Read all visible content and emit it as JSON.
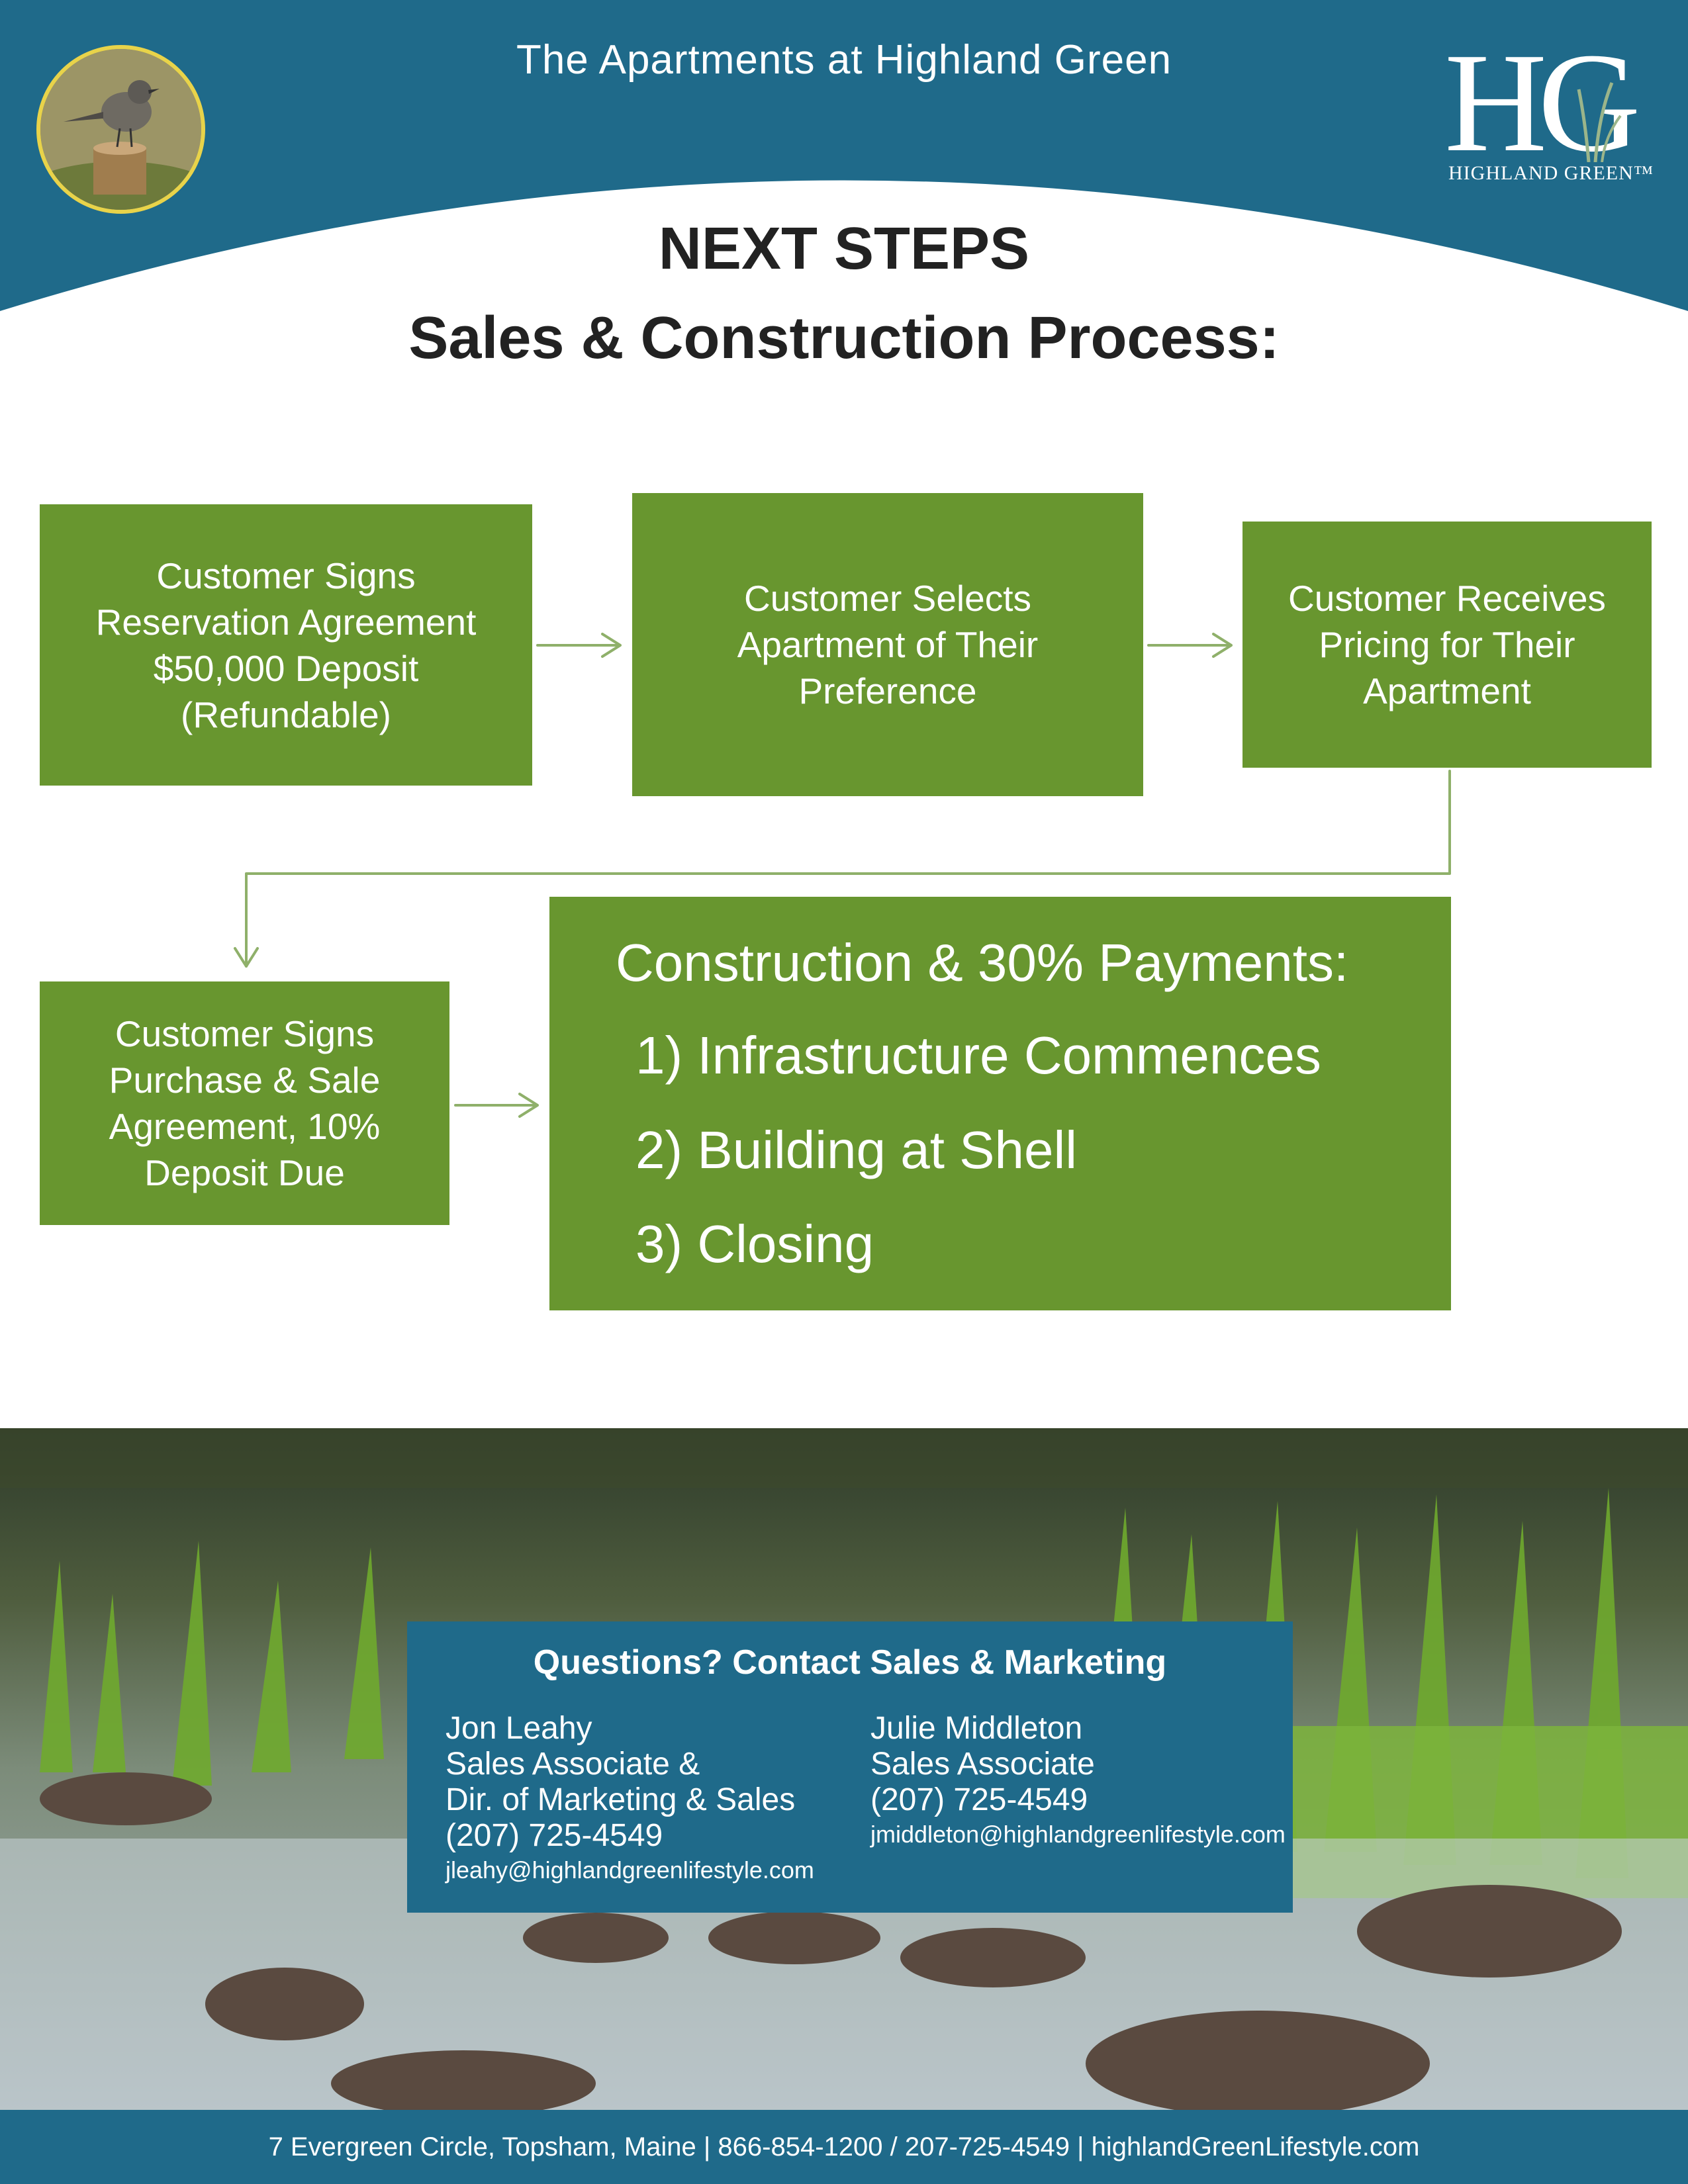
{
  "header": {
    "title": "The Apartments at Highland Green",
    "logo_mark": "HG",
    "logo_text": "HIGHLAND GREEN™"
  },
  "headings": {
    "line1": "NEXT STEPS",
    "line2": "Sales & Construction Process:"
  },
  "flow": {
    "step1": "Customer Signs\nReservation Agreement\n$50,000 Deposit\n(Refundable)",
    "step2": "Customer Selects\nApartment of Their\nPreference",
    "step3": "Customer Receives\nPricing for Their\nApartment",
    "step4": "Customer Signs\nPurchase & Sale\nAgreement, 10%\nDeposit Due",
    "construction": {
      "title": "Construction & 30% Payments:",
      "items": [
        "1) Infrastructure Commences",
        "2) Building at Shell",
        "3) Closing"
      ]
    }
  },
  "contact": {
    "title": "Questions? Contact Sales & Marketing",
    "people": [
      {
        "name": "Jon Leahy",
        "role_line1": "Sales Associate &",
        "role_line2": "Dir. of Marketing & Sales",
        "phone": "(207) 725-4549",
        "email": "jleahy@highlandgreenlifestyle.com"
      },
      {
        "name": "Julie Middleton",
        "role_line1": "Sales Associate",
        "phone": "(207) 725-4549",
        "email": "jmiddleton@highlandgreenlifestyle.com"
      }
    ]
  },
  "footer": {
    "text": "7 Evergreen Circle, Topsham, Maine | 866-854-1200 / 207-725-4549  |  highlandGreenLifestyle.com"
  },
  "colors": {
    "brand_blue": "#1f6a8a",
    "box_green": "#68962f",
    "avatar_ring": "#e8d34a"
  }
}
